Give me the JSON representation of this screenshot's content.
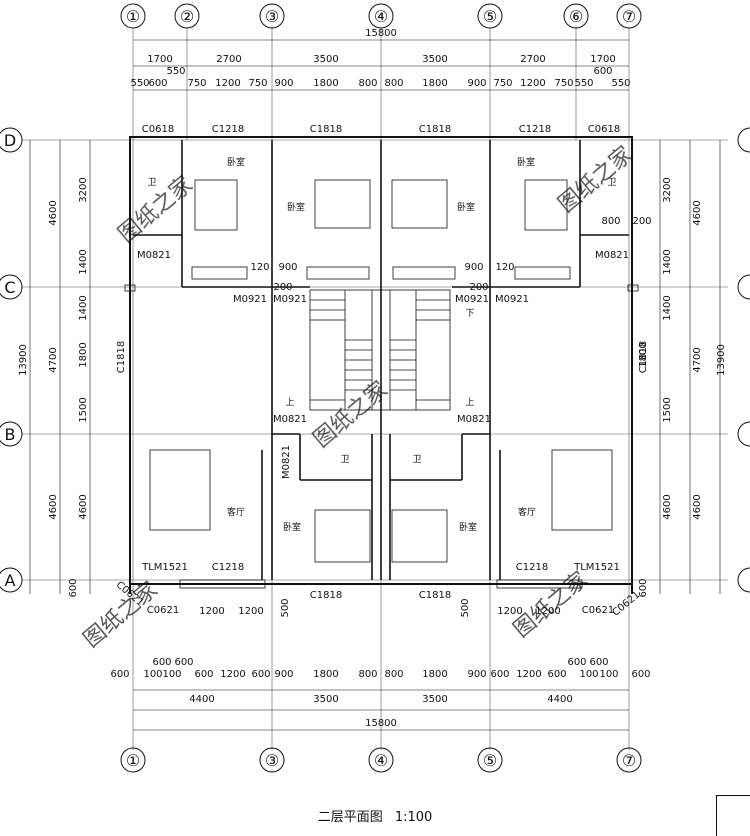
{
  "title": "二层平面图",
  "scale": "1:100",
  "watermark": "图纸之家",
  "axes_columns": [
    "①",
    "②",
    "③",
    "④",
    "⑤",
    "⑥",
    "⑦"
  ],
  "axes_columns_bottom": [
    "①",
    "③",
    "④",
    "⑤",
    "⑦"
  ],
  "axes_rows": [
    "D",
    "C",
    "B",
    "A"
  ],
  "top_total": "15800",
  "top_row1": [
    "1700",
    "2700",
    "3500",
    "3500",
    "2700",
    "1700"
  ],
  "top_row2_left": [
    "550",
    "600",
    "550",
    "750",
    "1200",
    "750",
    "900",
    "1800",
    "800"
  ],
  "top_row2_right": [
    "800",
    "1800",
    "900",
    "750",
    "1200",
    "750",
    "550",
    "600",
    "550"
  ],
  "bottom_row1": [
    "600",
    "600",
    "600",
    "600",
    "1200",
    "600",
    "900",
    "1800",
    "800",
    "800",
    "1800",
    "900",
    "600",
    "1200",
    "600",
    "600",
    "600",
    "600"
  ],
  "bottom_row1_sub": [
    "100",
    "100",
    "100",
    "100"
  ],
  "bottom_row2": [
    "4400",
    "3500",
    "3500",
    "4400"
  ],
  "bottom_total": "15800",
  "left_outer": "13900",
  "left_mid": [
    "4600",
    "4700",
    "4600"
  ],
  "left_inner": [
    "3200",
    "1400",
    "1400",
    "1800",
    "1500",
    "4600",
    "600"
  ],
  "right_outer": "13900",
  "right_mid": [
    "4600",
    "4700",
    "4600"
  ],
  "right_inner": [
    "3200",
    "1400",
    "1400",
    "1800",
    "1500",
    "4600",
    "600"
  ],
  "windows_top": [
    "C0618",
    "C1218",
    "C1818",
    "C1818",
    "C1218",
    "C0618"
  ],
  "windows_bottom": [
    "C1218",
    "C1818",
    "C1818",
    "C1218"
  ],
  "windows_side": [
    "C1818",
    "C1818"
  ],
  "corner_windows": [
    "C0621",
    "C0621",
    "C0621",
    "C0621"
  ],
  "sliding_doors": [
    "TLM1521",
    "TLM1521"
  ],
  "doors": [
    "M0821",
    "M0821",
    "M0921",
    "M0921",
    "M0921",
    "M0921",
    "M0821",
    "M0821",
    "M0821"
  ],
  "rooms": {
    "bedroom": "卧室",
    "bath": "卫",
    "living": "客厅",
    "up": "上",
    "down": "下"
  },
  "misc_dims": [
    "120",
    "900",
    "200",
    "120",
    "900",
    "200",
    "800",
    "200",
    "1200",
    "1200",
    "1200",
    "1200",
    "500",
    "500",
    "1800",
    "1800"
  ]
}
